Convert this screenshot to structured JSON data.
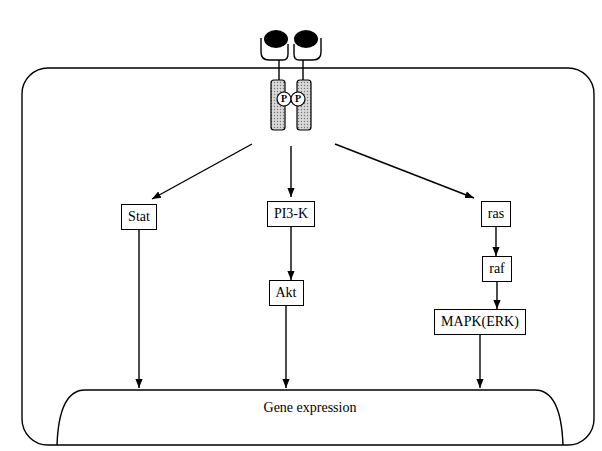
{
  "diagram": {
    "nodes": [
      {
        "text": [
          "Stat"
        ]
      },
      {
        "text": [
          "PI3-K"
        ]
      },
      {
        "text": [
          "ras"
        ]
      },
      {
        "text": [
          "raf"
        ]
      },
      {
        "text": [
          "Akt"
        ]
      },
      {
        "text": [
          "MAPK(ERK)"
        ]
      },
      {
        "text": [
          "Gene expression"
        ]
      }
    ],
    "edges": [
      {
        "from": 0,
        "to": 6,
        "arrow": "to"
      },
      {
        "from": 1,
        "to": 4,
        "arrow": "to"
      },
      {
        "from": 4,
        "to": 6,
        "arrow": "to"
      },
      {
        "from": 2,
        "to": 3,
        "arrow": "to"
      },
      {
        "from": 3,
        "to": 5,
        "arrow": "to"
      },
      {
        "from": 5,
        "to": 6,
        "arrow": "to"
      }
    ],
    "labels": [
      "P",
      "P"
    ]
  }
}
